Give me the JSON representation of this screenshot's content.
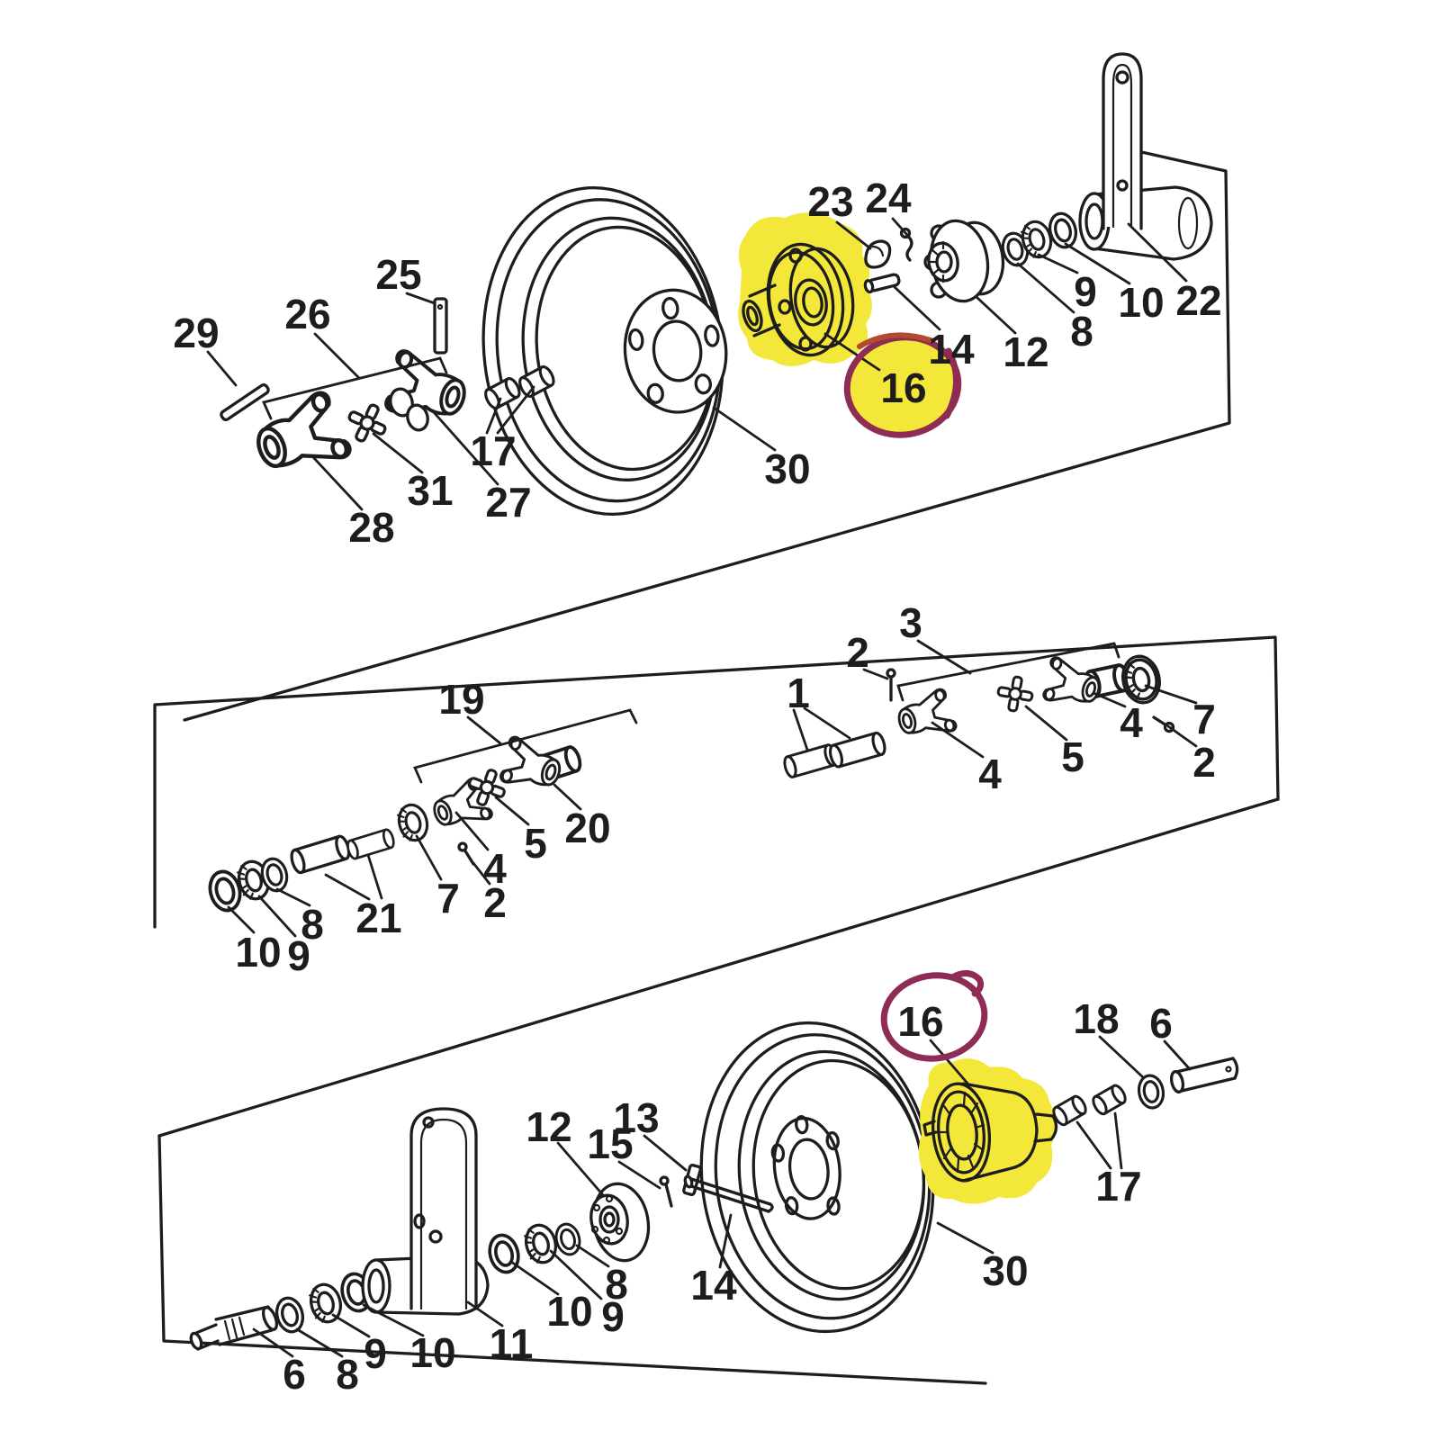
{
  "figure": {
    "kind": "exploded-parts-diagram",
    "highlighted_part_number": "16"
  },
  "colors": {
    "highlight_yellow": "#f3e73a",
    "marker_maroon": "#8e2c56",
    "marker_red": "#b24a30",
    "ink": "#1d1d1d",
    "paper": "#ffffff"
  },
  "callouts": {
    "t29": "29",
    "t26": "26",
    "t25": "25",
    "t28": "28",
    "t31": "31",
    "t27": "27",
    "t17": "17",
    "t30": "30",
    "t23": "23",
    "t24": "24",
    "t14": "14",
    "t16": "16",
    "t12": "12",
    "t8": "8",
    "t9": "9",
    "t10": "10",
    "t22": "22",
    "m19": "19",
    "m10": "10",
    "m9": "9",
    "m8": "8",
    "m21": "21",
    "m7a": "7",
    "m4a": "4",
    "m2a": "2",
    "m5a": "5",
    "m20": "20",
    "m1": "1",
    "m2b": "2",
    "m3": "3",
    "m4b": "4",
    "m5b": "5",
    "m4c": "4",
    "m7b": "7",
    "m2c": "2",
    "b12": "12",
    "b15": "15",
    "b13": "13",
    "b14": "14",
    "b8b": "8",
    "b9b": "9",
    "b10b": "10",
    "b11": "11",
    "b10a": "10",
    "b9a": "9",
    "b8a": "8",
    "b6a": "6",
    "b16": "16",
    "b18": "18",
    "b6b": "6",
    "b17": "17",
    "b30": "30"
  }
}
